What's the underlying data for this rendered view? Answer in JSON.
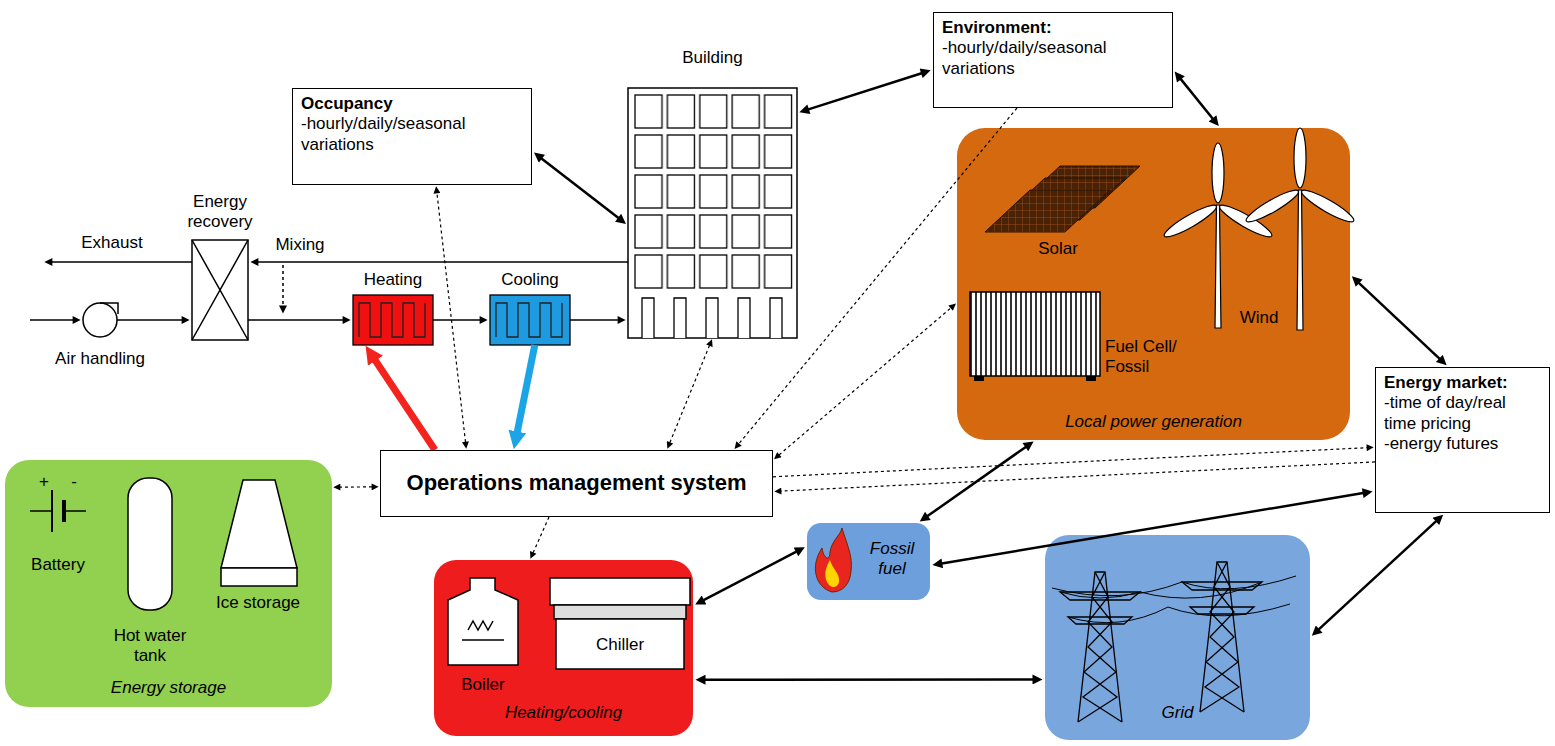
{
  "diagram": {
    "nodes": [
      {
        "text": [
          "Occupancy",
          "-hourly/daily/seasonal variations"
        ]
      },
      {
        "text": [
          "Building"
        ]
      },
      {
        "text": [
          "Environment:",
          "-hourly/daily/seasonal variations"
        ]
      },
      {
        "text": [
          "Energy recovery"
        ]
      },
      {
        "text": [
          "Local power generation"
        ]
      },
      {
        "text": [
          "Air handling"
        ]
      },
      {
        "text": [
          "Heating"
        ]
      },
      {
        "text": [
          "Cooling"
        ]
      },
      {
        "text": [
          "Energy market:",
          "-time of day/real time pricing",
          "-energy futures"
        ]
      },
      {
        "text": [
          "Energy storage"
        ]
      },
      {
        "text": [
          "Operations management system"
        ]
      },
      {
        "text": [
          "Heating/cooling"
        ]
      },
      {
        "text": [
          "Fossil fuel"
        ]
      },
      {
        "text": [
          "Grid"
        ]
      }
    ],
    "edges": [
      {
        "from": 0,
        "to": 1,
        "arrow": "both"
      },
      {
        "from": 1,
        "to": 2,
        "arrow": "both"
      },
      {
        "from": 2,
        "to": 4,
        "arrow": "both"
      },
      {
        "from": 4,
        "to": 8,
        "arrow": "both"
      },
      {
        "from": 4,
        "to": 12,
        "arrow": "both"
      },
      {
        "from": 12,
        "to": 8,
        "arrow": "both"
      },
      {
        "from": 12,
        "to": 11,
        "arrow": "both"
      },
      {
        "from": 11,
        "to": 13,
        "arrow": "both"
      },
      {
        "from": 13,
        "to": 8,
        "arrow": "both"
      },
      {
        "from": 10,
        "to": 0,
        "arrow": "both"
      },
      {
        "from": 10,
        "to": 1,
        "arrow": "both"
      },
      {
        "from": 2,
        "to": 10,
        "arrow": "to"
      },
      {
        "from": 10,
        "to": 4,
        "arrow": "both"
      },
      {
        "from": 10,
        "to": 8,
        "arrow": "to"
      },
      {
        "from": 8,
        "to": 10,
        "arrow": "to"
      },
      {
        "from": 10,
        "to": 9,
        "arrow": "both"
      },
      {
        "from": 10,
        "to": 11,
        "arrow": "to"
      },
      {
        "from": 10,
        "to": 6,
        "arrow": "to"
      },
      {
        "from": 7,
        "to": 10,
        "arrow": "to"
      },
      {
        "from": 5,
        "to": 3,
        "arrow": "to"
      },
      {
        "from": 3,
        "to": 6,
        "arrow": "to"
      },
      {
        "from": 6,
        "to": 7,
        "arrow": "to"
      },
      {
        "from": 7,
        "to": 1,
        "arrow": "to"
      },
      {
        "from": 1,
        "to": 3,
        "arrow": "to"
      }
    ],
    "labels": [
      "Exhaust",
      "Mixing",
      "Solar",
      "Fuel Cell/ Fossil",
      "Wind",
      "+",
      "-",
      "Battery",
      "Hot water tank",
      "Ice storage",
      "Boiler",
      "Chiller"
    ]
  }
}
